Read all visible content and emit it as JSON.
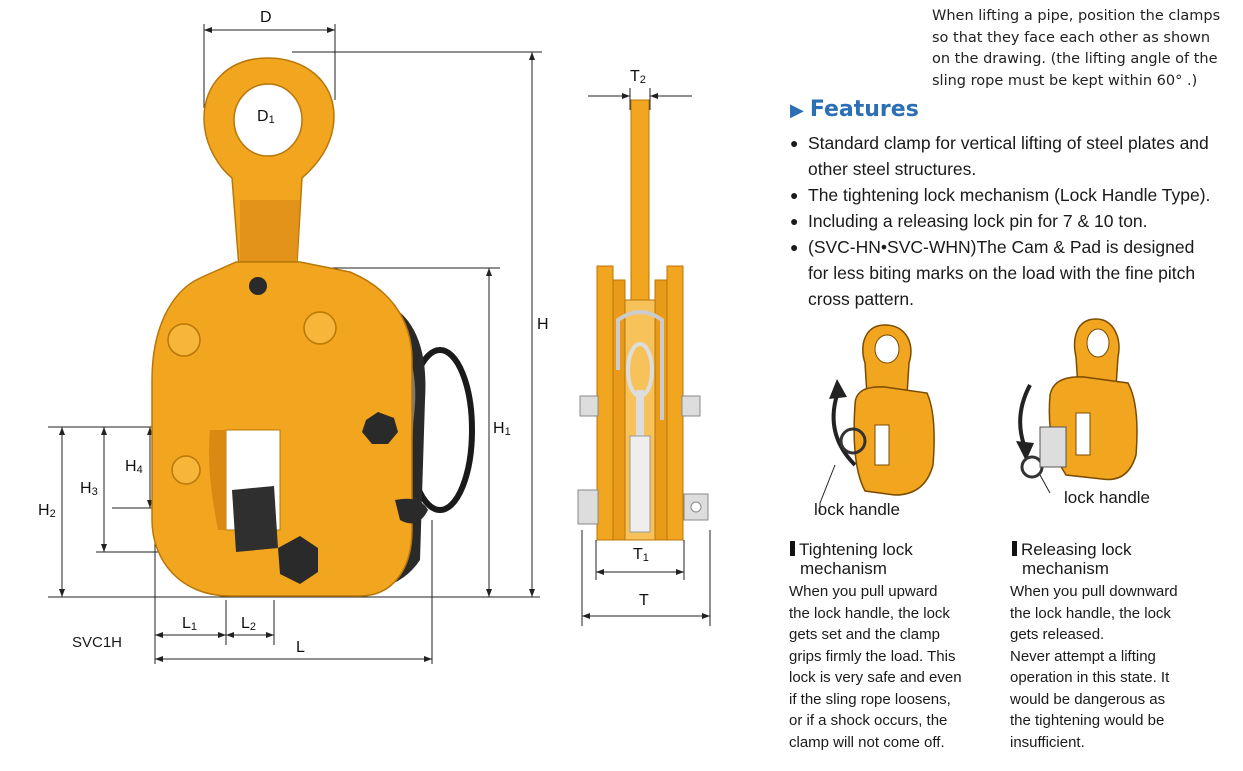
{
  "note": [
    "When lifting a pipe, position the clamps",
    "so that they face each other as shown",
    "on the drawing. (the lifting angle of the",
    "sling rope must be kept within 60° .)"
  ],
  "features": {
    "title": "Features",
    "items": [
      [
        "Standard clamp for vertical lifting of steel plates and",
        "other steel structures."
      ],
      [
        "The tightening lock mechanism (Lock Handle Type)."
      ],
      [
        "Including a releasing lock pin for 7 & 10 ton."
      ],
      [
        "(SVC-HN•SVC-WHN)The Cam & Pad is designed",
        "for less biting marks on the load with the fine pitch",
        "cross pattern."
      ]
    ]
  },
  "dimensions": {
    "D": "D",
    "D1": "D",
    "D1_sub": "1",
    "H": "H",
    "H1": "H",
    "H1_sub": "1",
    "H2": "H",
    "H2_sub": "2",
    "H3": "H",
    "H3_sub": "3",
    "H4": "H",
    "H4_sub": "4",
    "L": "L",
    "L1": "L",
    "L1_sub": "1",
    "L2": "L",
    "L2_sub": "2",
    "T": "T",
    "T1": "T",
    "T1_sub": "1",
    "T2": "T",
    "T2_sub": "2"
  },
  "model": "SVC1H",
  "tightening": {
    "caption": "lock handle",
    "title": [
      "Tightening lock",
      "mechanism"
    ],
    "body": [
      "When you pull upward",
      "the lock handle, the lock",
      "gets set and the clamp",
      "grips firmly the load. This",
      "lock is very safe and even",
      "if the sling rope loosens,",
      "or if a shock occurs, the",
      "clamp will not come off."
    ]
  },
  "releasing": {
    "caption": "lock handle",
    "title": [
      "Releasing lock",
      "mechanism"
    ],
    "body": [
      "When you pull downward",
      "the lock handle, the lock",
      "gets released.",
      "Never attempt a lifting",
      "operation in this state. It",
      "would be dangerous as",
      "the tightening would be",
      "insufficient."
    ]
  },
  "colors": {
    "clamp": "#f2a51e",
    "clamp_dark": "#c77d0a",
    "feature_title": "#2b6fb5"
  }
}
